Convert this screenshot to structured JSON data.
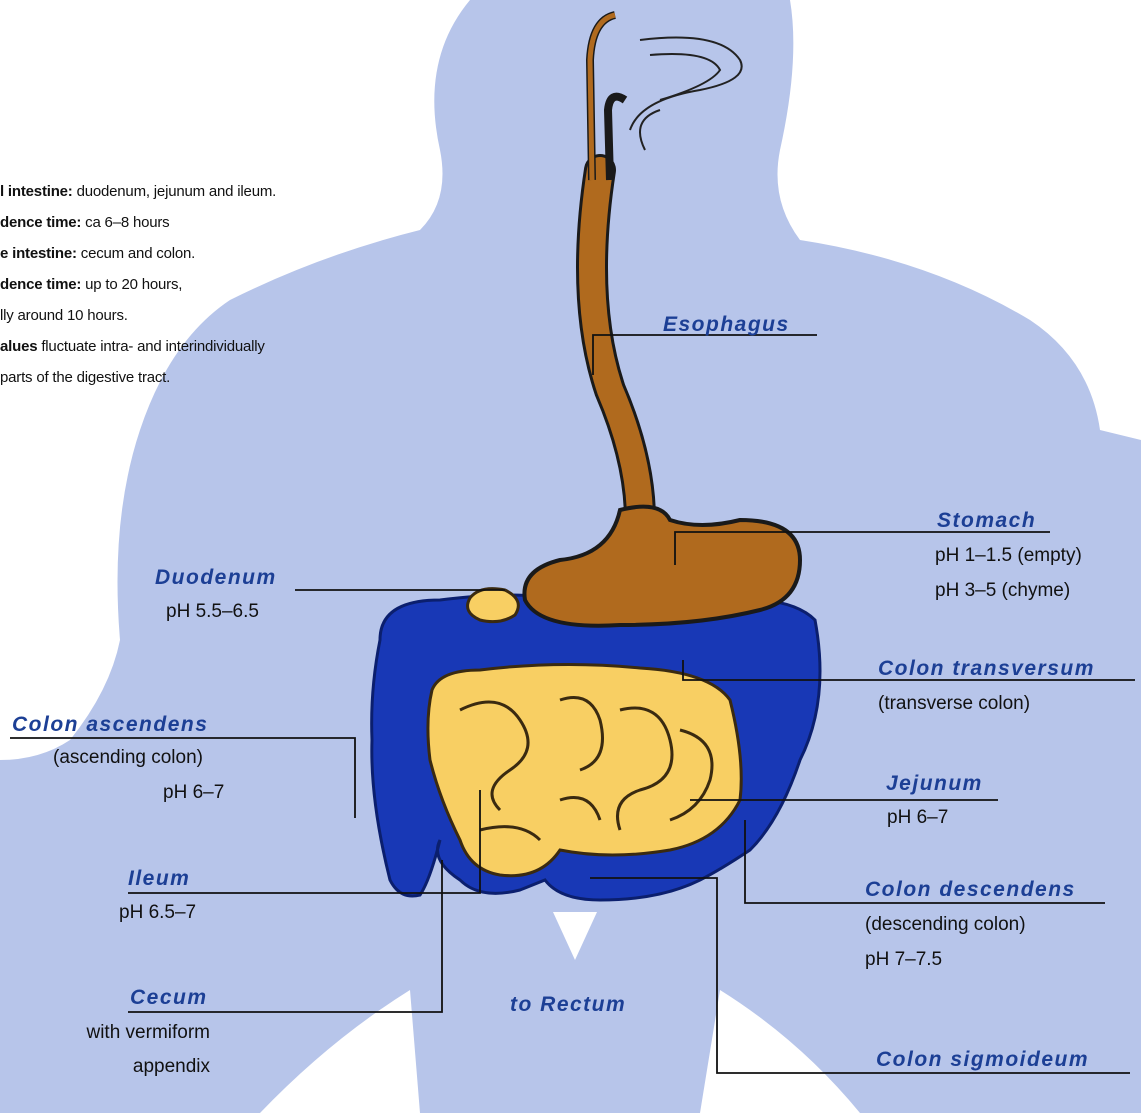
{
  "colors": {
    "body_silhouette": "#b7c5ea",
    "esophagus_stomach": "#b06a1e",
    "colon": "#1838b6",
    "small_intestine": "#f8cf63",
    "label_blue": "#1c3f95"
  },
  "notes": {
    "line1_bold": "l intestine:",
    "line1_text": " duodenum, jejunum and ileum.",
    "line2_bold": "dence time:",
    "line2_text": " ca 6–8 hours",
    "line3_bold": "e intestine:",
    "line3_text": " cecum and colon.",
    "line4_bold": "dence time:",
    "line4_text": " up to 20 hours,",
    "line5_text": "lly around 10 hours.",
    "line6_bold": "alues",
    "line6_text": " fluctuate intra- and interindividually",
    "line7_text": "parts of the digestive tract."
  },
  "labels": {
    "esophagus": "Esophagus",
    "stomach": "Stomach",
    "stomach_ph1": "pH 1–1.5 (empty)",
    "stomach_ph2": "pH 3–5 (chyme)",
    "duodenum": "Duodenum",
    "duodenum_ph": "pH 5.5–6.5",
    "colon_transversum": "Colon transversum",
    "colon_transversum_sub": "(transverse colon)",
    "colon_ascendens": "Colon ascendens",
    "colon_ascendens_sub": "(ascending colon)",
    "colon_ascendens_ph": "pH 6–7",
    "jejunum": "Jejunum",
    "jejunum_ph": "pH 6–7",
    "ileum": "Ileum",
    "ileum_ph": "pH 6.5–7",
    "colon_descendens": "Colon descendens",
    "colon_descendens_sub": "(descending colon)",
    "colon_descendens_ph": "pH 7–7.5",
    "cecum": "Cecum",
    "cecum_sub1": "with vermiform",
    "cecum_sub2": "appendix",
    "to_rectum": "to Rectum",
    "colon_sigmoideum": "Colon sigmoideum"
  }
}
